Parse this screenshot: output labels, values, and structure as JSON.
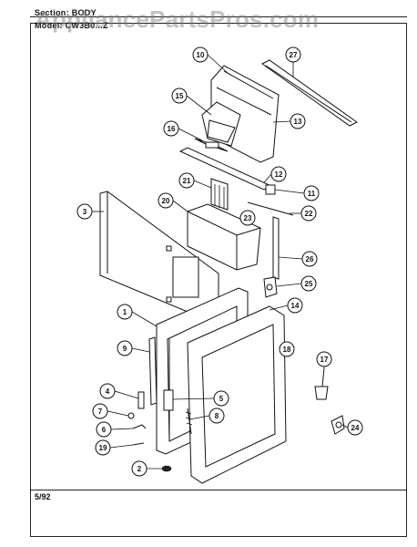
{
  "header": {
    "section_label": "Section:  BODY",
    "model_label": "Model: CW3B0...Z"
  },
  "watermark": "AppliancePartsPros.com",
  "footer": {
    "date": "5/92"
  },
  "callouts": [
    "10",
    "27",
    "15",
    "16",
    "13",
    "12",
    "21",
    "11",
    "20",
    "22",
    "23",
    "3",
    "26",
    "25",
    "1",
    "14",
    "9",
    "18",
    "17",
    "5",
    "4",
    "7",
    "8",
    "6",
    "19",
    "2",
    "24"
  ]
}
